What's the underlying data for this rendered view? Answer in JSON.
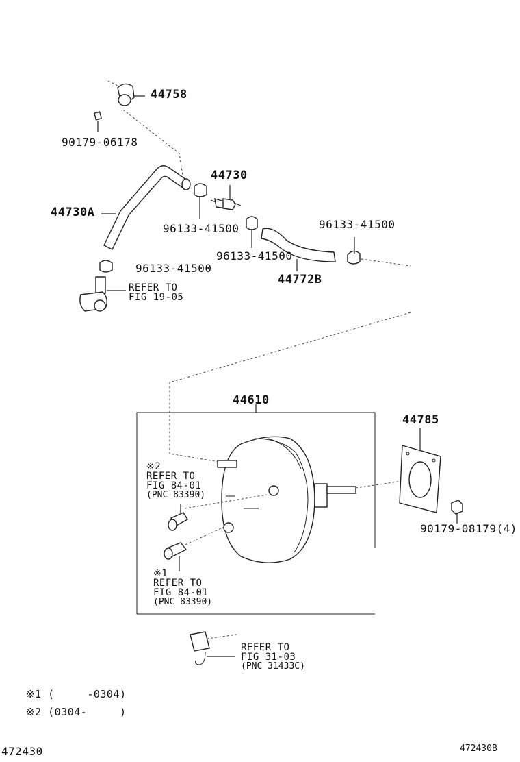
{
  "parts": {
    "p44758": "44758",
    "p90179_06178": "90179-06178",
    "p44730": "44730",
    "p44730A": "44730A",
    "p96133_a": "96133-41500",
    "p96133_b": "96133-41500",
    "p96133_c": "96133-41500",
    "p96133_d": "96133-41500",
    "p44772B": "44772B",
    "p44610": "44610",
    "p44785": "44785",
    "p90179_08179": "90179-08179(4)"
  },
  "references": {
    "fig1905": {
      "line1": "REFER TO",
      "line2": "FIG 19-05"
    },
    "mark2": {
      "mark": "※2",
      "line1": "REFER TO",
      "line2": "FIG 84-01",
      "line3": "(PNC 83390)"
    },
    "mark1": {
      "mark": "※1",
      "line1": "REFER TO",
      "line2": "FIG 84-01",
      "line3": "(PNC 83390)"
    },
    "fig3103": {
      "line1": "REFER TO",
      "line2": "FIG 31-03",
      "line3": "(PNC 31433C)"
    }
  },
  "notes": {
    "note1": "※1 (     -0304)",
    "note2": "※2 (0304-     )"
  },
  "footer": {
    "left_code": "472430",
    "right_code": "472430B"
  }
}
